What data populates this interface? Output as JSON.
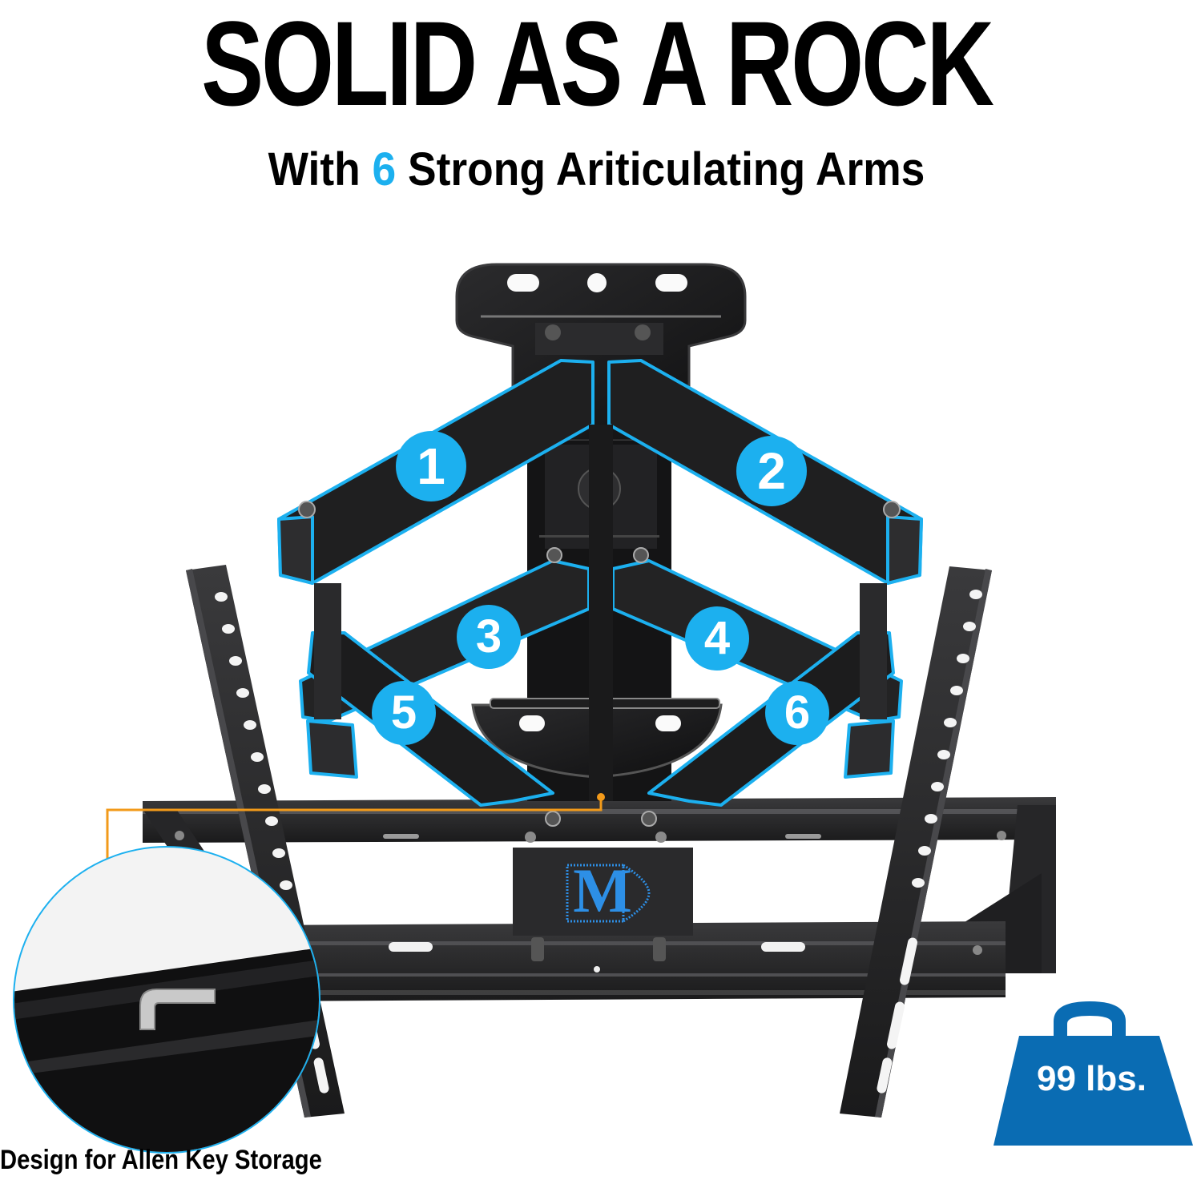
{
  "headline": {
    "title": "SOLID AS A ROCK",
    "subtitle_prefix": "With ",
    "subtitle_number": "6",
    "subtitle_suffix": " Strong Ariticulating Arms"
  },
  "arms": [
    {
      "label": "1"
    },
    {
      "label": "2"
    },
    {
      "label": "3"
    },
    {
      "label": "4"
    },
    {
      "label": "5"
    },
    {
      "label": "6"
    }
  ],
  "callout": {
    "caption": "Design for Allen Key Storage"
  },
  "weight_badge": {
    "label": "99 lbs."
  },
  "logo": {
    "text": "M"
  },
  "colors": {
    "accent_blue": "#1cb0ef",
    "badge_blue": "#0a6cb3",
    "callout_orange": "#f29a1a",
    "metal_dark": "#1d1d1f",
    "metal_mid": "#2e2e30",
    "logo_blue": "#2d8fe6"
  }
}
